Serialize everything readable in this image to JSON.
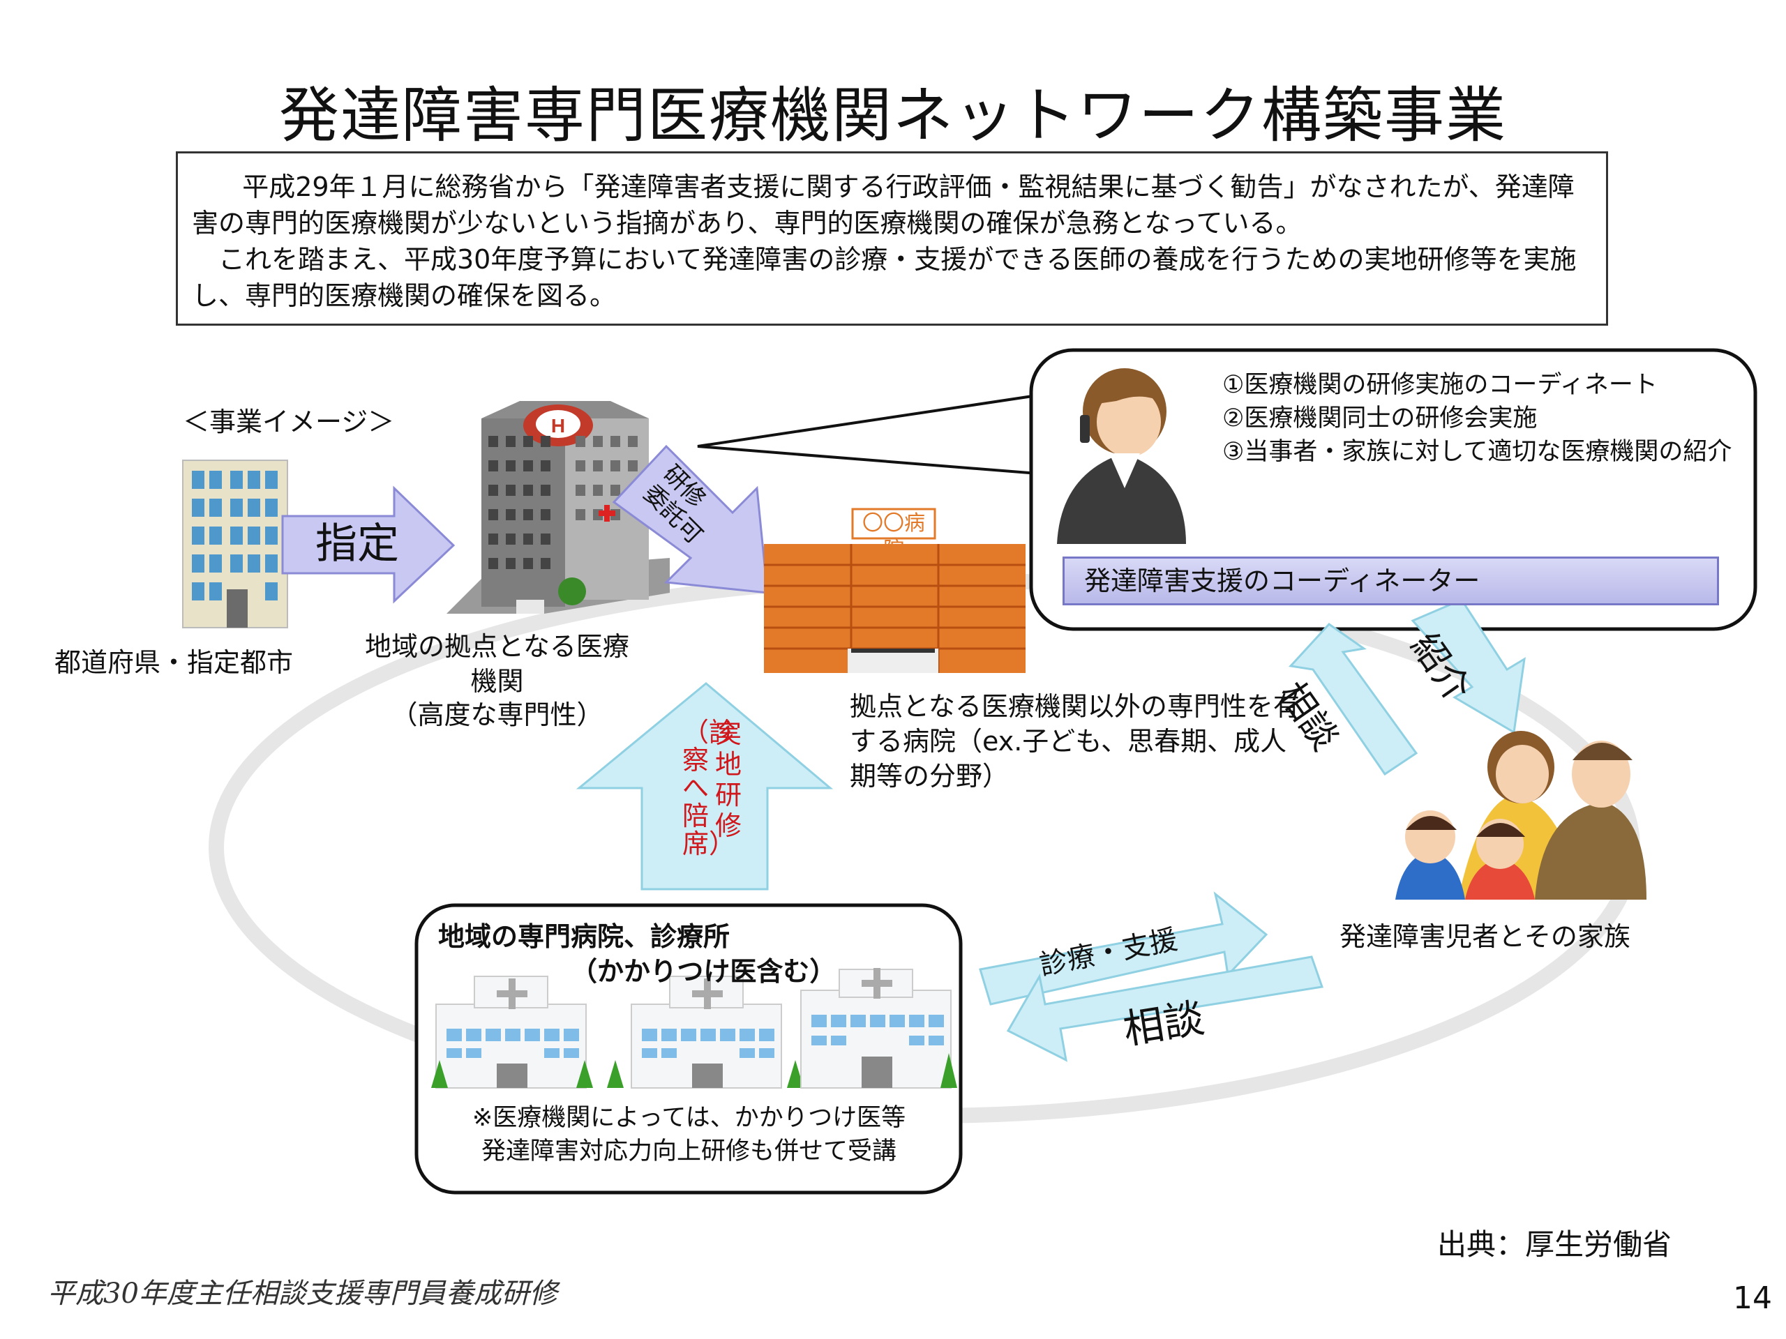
{
  "title": "発達障害専門医療機関ネットワーク構築事業",
  "intro": {
    "paragraph1": "平成29年１月に総務省から「発達障害者支援に関する行政評価・監視結果に基づく勧告」がなされたが、発達障害の専門的医療機関が少ないという指摘があり、専門的医療機関の確保が急務となっている。",
    "paragraph2": "これを踏まえ、平成30年度予算において発達障害の診療・支援ができる医師の養成を行うための実地研修等を実施し、専門的医療機関の確保を図る。"
  },
  "diagram": {
    "image_heading": "＜事業イメージ＞",
    "prefecture_label": "都道府県・指定都市",
    "designate_arrow": "指定",
    "hub_hospital_label": "地域の拠点となる医療機関",
    "hub_hospital_sub": "（高度な専門性）",
    "training_delegation_arrow": "研修\n委託可",
    "other_hospital_sign": "〇〇病院",
    "other_hospital_label": "拠点となる医療機関以外の専門性を有する病院（ex.子ども、思春期、成人期等の分野）",
    "coordinator_items": [
      "①医療機関の研修実施のコーディネート",
      "②医療機関同士の研修会実施",
      "③当事者・家族に対して適切な医療機関の紹介"
    ],
    "coordinator_bar": "発達障害支援のコーディネーター",
    "consult_arrow_up": "相談",
    "introduce_arrow_down": "紹介",
    "family_label": "発達障害児者とその家族",
    "onsite_training_arrow": "実地研修",
    "onsite_training_sub": "（診察へ陪席）",
    "local_clinics_title_1": "地域の専門病院、診療所",
    "local_clinics_title_2": "（かかりつけ医含む）",
    "local_clinics_note_1": "※医療機関によっては、かかりつけ医等",
    "local_clinics_note_2": "発達障害対応力向上研修も併せて受講",
    "care_support_arrow": "診療・支援",
    "consult_arrow_left": "相談"
  },
  "source": "出典：厚生労働省",
  "footer": "平成30年度主任相談支援専門員養成研修",
  "page_number": "14",
  "colors": {
    "arrow_lavender": "#c8c8f2",
    "arrow_lightblue": "#cdeef7",
    "orange_hospital": "#e06a22",
    "red_text": "#d0181c",
    "coordinator_bar": "#c9c9f0"
  }
}
